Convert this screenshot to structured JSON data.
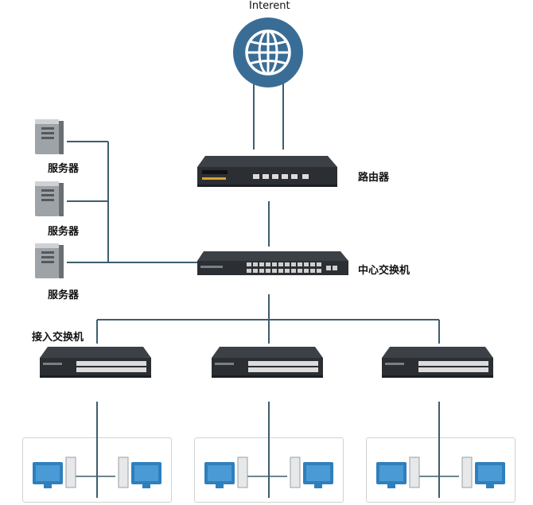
{
  "internet": {
    "label": "Interent",
    "icon": "globe-icon"
  },
  "router": {
    "label": "路由器",
    "icon": "router-icon"
  },
  "core_switch": {
    "label": "中心交换机",
    "icon": "switch-icon"
  },
  "servers": [
    {
      "label": "服务器"
    },
    {
      "label": "服务器"
    },
    {
      "label": "服务器"
    }
  ],
  "access_switch": {
    "label": "接入交换机",
    "count": 3
  },
  "pc_groups": 3,
  "colors": {
    "line": "#3d5e6e",
    "globe": "#3a6d96",
    "device_body": "#2b2f33",
    "monitor": "#2f7fbd"
  }
}
